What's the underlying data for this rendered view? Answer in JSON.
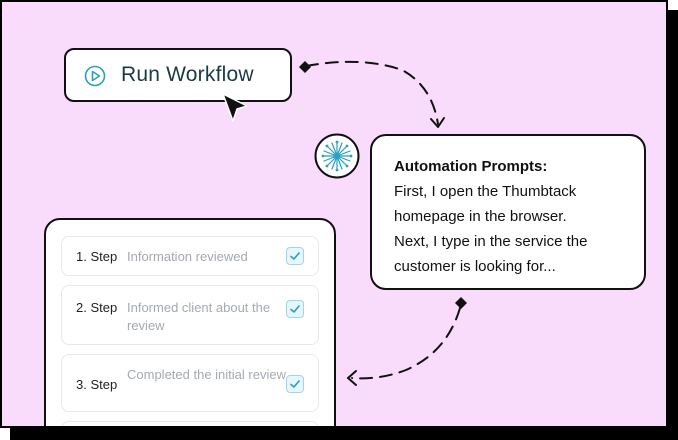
{
  "run_button": {
    "label": "Run Workflow",
    "icon": "play-circle-icon",
    "icon_color": "#2a9fbf"
  },
  "prompts": {
    "title": "Automation Prompts:",
    "lines": [
      "First, I open the Thumbtack",
      "homepage in the browser.",
      "Next, I type in the service the",
      "customer is looking for..."
    ]
  },
  "steps": [
    {
      "number": "1. Step",
      "text": "Information reviewed",
      "checked": true
    },
    {
      "number": "2. Step",
      "text": "Informed client about the review",
      "checked": true
    },
    {
      "number": "3. Step",
      "text": "Completed the initial review",
      "checked": true
    }
  ],
  "colors": {
    "background": "#f9dcfb",
    "accent": "#2a9fbf",
    "check_bg": "#e7f6fb"
  }
}
